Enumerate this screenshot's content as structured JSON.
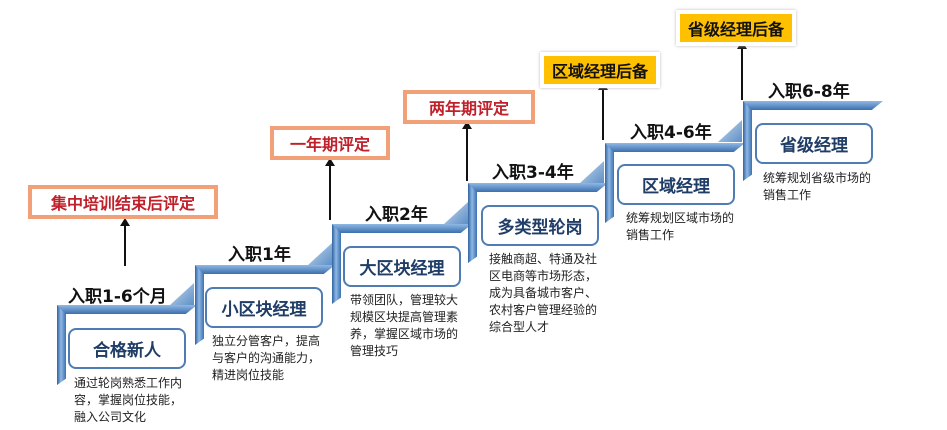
{
  "stages": [
    {
      "year": "入职1-6个月",
      "role": "合格新人",
      "desc": "通过轮岗熟悉工作内容，掌握岗位技能，融入公司文化"
    },
    {
      "year": "入职1年",
      "role": "小区块经理",
      "desc": "独立分管客户，提高与客户的沟通能力，精进岗位技能"
    },
    {
      "year": "入职2年",
      "role": "大区块经理",
      "desc": "带领团队，管理较大规模区块提高管理素养，掌握区域市场的管理技巧"
    },
    {
      "year": "入职3-4年",
      "role": "多类型轮岗",
      "desc": "接触商超、特通及社区电商等市场形态，成为具备城市客户、农村客户管理经验的综合型人才"
    },
    {
      "year": "入职4-6年",
      "role": "区域经理",
      "desc": "统筹规划区域市场的销售工作"
    },
    {
      "year": "入职6-8年",
      "role": "省级经理",
      "desc": "统筹规划省级市场的销售工作"
    }
  ],
  "evaluations": [
    "集中培训结束后评定",
    "一年期评定",
    "两年期评定"
  ],
  "backups": [
    "区域经理后备",
    "省级经理后备"
  ],
  "colors": {
    "bar": "#3b70b0",
    "eval_border": "#f2a077",
    "eval_text": "#c0202a",
    "backup_bg": "#ffc000"
  }
}
